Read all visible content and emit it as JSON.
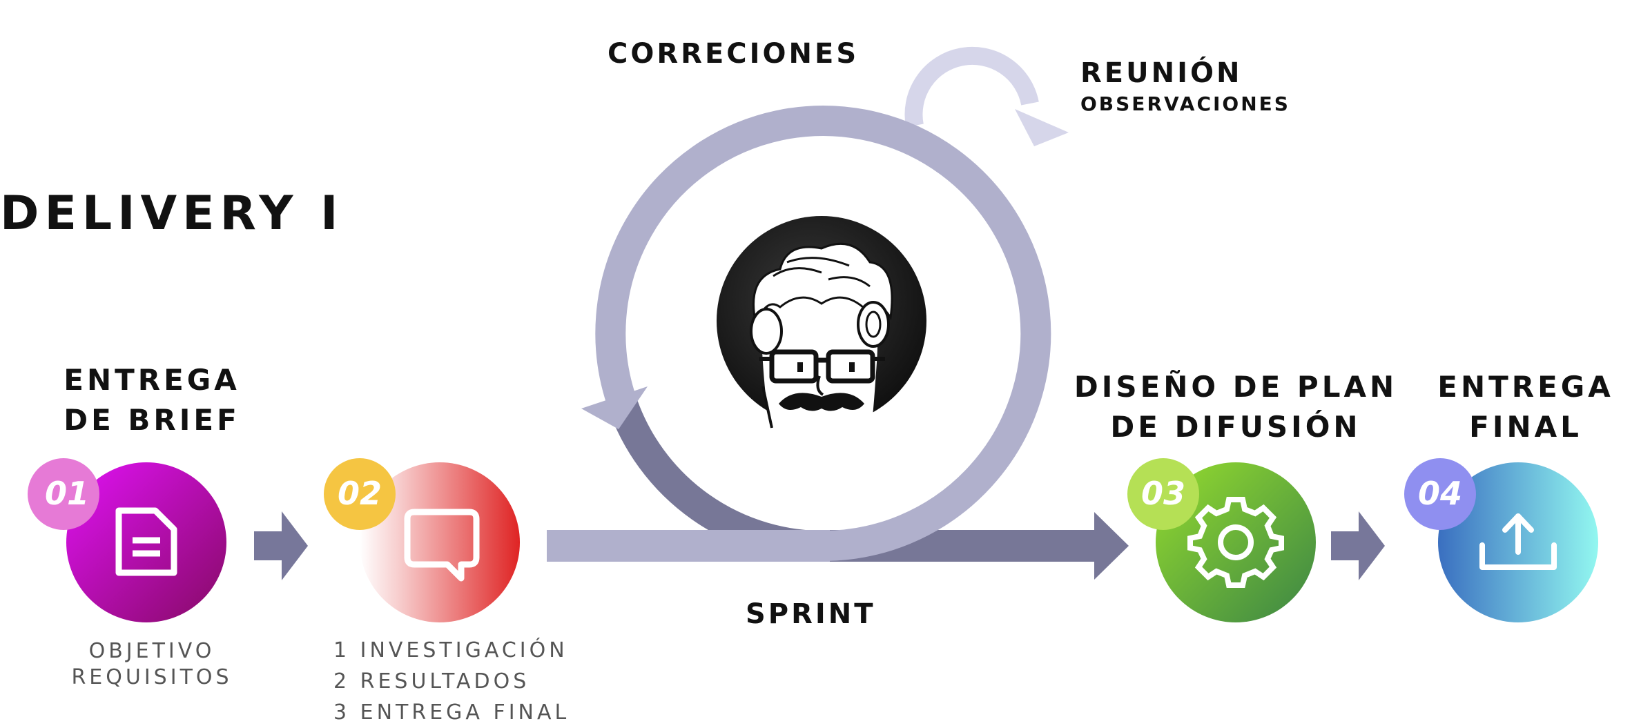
{
  "title": "DELIVERY I",
  "loop": {
    "corrections_label": "CORRECIONES",
    "meeting_label": "REUNIÓN",
    "observations_label": "OBSERVACIONES",
    "sprint_label": "SPRINT"
  },
  "steps": [
    {
      "number": "01",
      "title_line1": "ENTREGA",
      "title_line2": "DE BRIEF",
      "icon": "document-icon",
      "gradient": [
        "#d20cf0",
        "#8d0a6b"
      ],
      "badge_color": "#e67ad6",
      "notes": [
        "OBJETIVO",
        "REQUISITOS"
      ]
    },
    {
      "number": "02",
      "title_line1": "",
      "title_line2": "",
      "icon": "speech-bubble-icon",
      "gradient": [
        "#fbe1e1",
        "#e02a2a"
      ],
      "badge_color": "#f5c542",
      "notes": [
        "1 INVESTIGACIÓN",
        "2  RESULTADOS",
        "3  ENTREGA FINAL"
      ]
    },
    {
      "number": "03",
      "title_line1": "DISEÑO DE PLAN",
      "title_line2": "DE DIFUSIÓN",
      "icon": "gear-icon",
      "gradient": [
        "#8fd630",
        "#3f8a44"
      ],
      "badge_color": "#b5e055",
      "notes": []
    },
    {
      "number": "04",
      "title_line1": "ENTREGA",
      "title_line2": "FINAL",
      "icon": "upload-icon",
      "gradient": [
        "#3b74c2",
        "#8ff5ef"
      ],
      "badge_color": "#8f8ff0",
      "notes": []
    }
  ],
  "colors": {
    "loop_light": "#b0b0cc",
    "loop_dark": "#777797",
    "small_loop": "#d6d6ea",
    "arrow": "#77779a",
    "avatar_bg": "#1a1a1a"
  }
}
